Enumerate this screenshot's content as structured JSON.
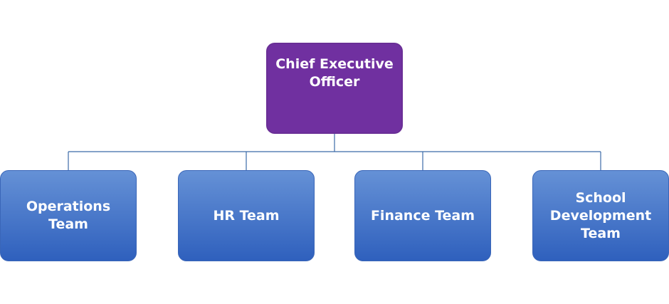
{
  "colors": {
    "ceo_fill": "#7030a0",
    "team_gradient_top": "#6591d6",
    "team_gradient_bottom": "#2f60bd",
    "connector": "#3b6aa8"
  },
  "root": {
    "label": "Chief Executive Officer"
  },
  "teams": [
    {
      "label": "Operations Team"
    },
    {
      "label": "HR Team"
    },
    {
      "label": "Finance Team"
    },
    {
      "label": "School Development Team"
    }
  ]
}
